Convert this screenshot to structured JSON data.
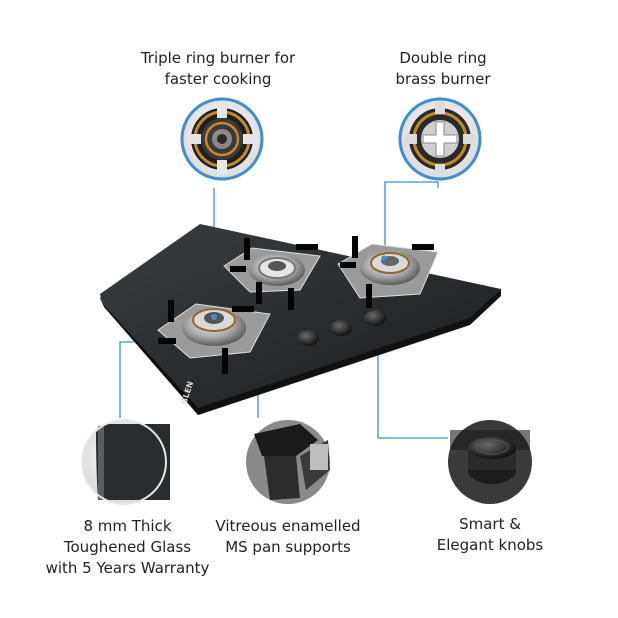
{
  "features": {
    "triple_ring": {
      "lines": [
        "Triple ring burner for",
        "faster cooking"
      ]
    },
    "double_ring": {
      "lines": [
        "Double ring",
        "brass burner"
      ]
    },
    "glass": {
      "lines": [
        "8 mm Thick",
        "Toughened Glass",
        "with 5 Years Warranty"
      ]
    },
    "pan_supports": {
      "lines": [
        "Vitreous enamelled",
        "MS pan supports"
      ]
    },
    "knobs": {
      "lines": [
        "Smart &",
        "Elegant knobs"
      ]
    }
  },
  "product": {
    "brand": "GLEN"
  },
  "colors": {
    "callout_line": "#3f8fd0",
    "glass": "#26292b",
    "brass": "#c28a2a"
  }
}
